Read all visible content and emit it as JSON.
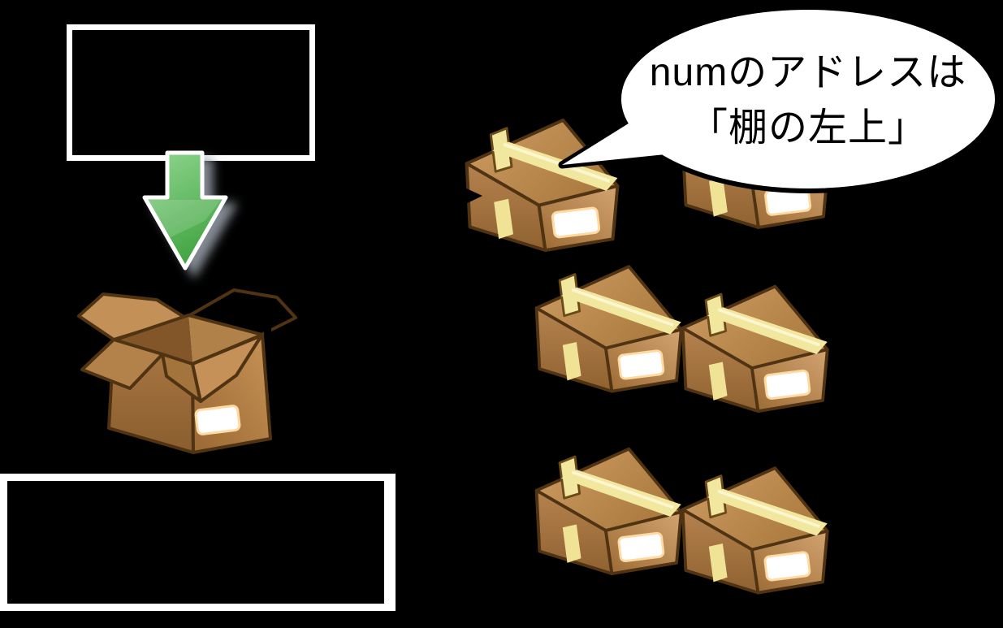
{
  "scene": {
    "background": "#000000"
  },
  "bubble": {
    "line1_latin": "num",
    "line1_jp": "のアドレスは",
    "line2": "「棚の左上」",
    "fill": "#ffffff",
    "stroke": "#000000"
  },
  "left_column": {
    "top_frame": {
      "fill": "#000000",
      "stroke": "#ffffff"
    },
    "arrow": {
      "direction": "down",
      "fill_top": "#8fd68f",
      "fill_bottom": "#43a543",
      "outline": "#ffffff",
      "shadow": "#9aa1ab"
    },
    "bottom_frame": {
      "fill": "#000000",
      "stroke": "#ffffff"
    }
  },
  "shelf": {
    "rows": 3,
    "columns": 2,
    "boxes": [
      "top-left",
      "top-right",
      "middle-left",
      "middle-right",
      "bottom-left",
      "bottom-right"
    ]
  },
  "colors": {
    "cardboard_top": "#c6935a",
    "cardboard_left": "#b5824e",
    "cardboard_front": "#c79a63",
    "cardboard_shadow": "#8f6230",
    "cardboard_interior": "#83562a",
    "box_outline": "#4f3312",
    "tape": "#f2e79e",
    "tape_highlight": "#fbf6cf",
    "shipping_label": "#ffffff",
    "label_glow": "#ffd9a2"
  }
}
